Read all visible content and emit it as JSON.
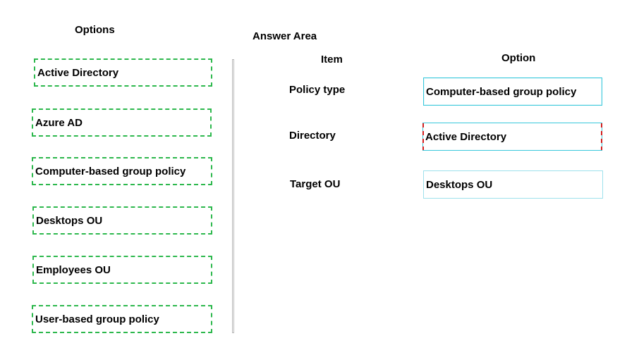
{
  "options_panel": {
    "heading": "Options",
    "items": [
      {
        "label": "Active Directory"
      },
      {
        "label": "Azure AD"
      },
      {
        "label": "Computer-based group policy"
      },
      {
        "label": "Desktops OU"
      },
      {
        "label": "Employees OU"
      },
      {
        "label": "User-based group policy"
      }
    ]
  },
  "answer_area": {
    "heading": "Answer Area",
    "item_header": "Item",
    "option_header": "Option",
    "rows": [
      {
        "item": "Policy type",
        "option": "Computer-based group policy"
      },
      {
        "item": "Directory",
        "option": "Active Directory"
      },
      {
        "item": "Target OU",
        "option": "Desktops OU"
      }
    ]
  },
  "colors": {
    "option_border": "#2db84d",
    "slot_border": "#38c8dc",
    "slot_marker": "#d21f1f",
    "divider": "#b8b8b8"
  }
}
